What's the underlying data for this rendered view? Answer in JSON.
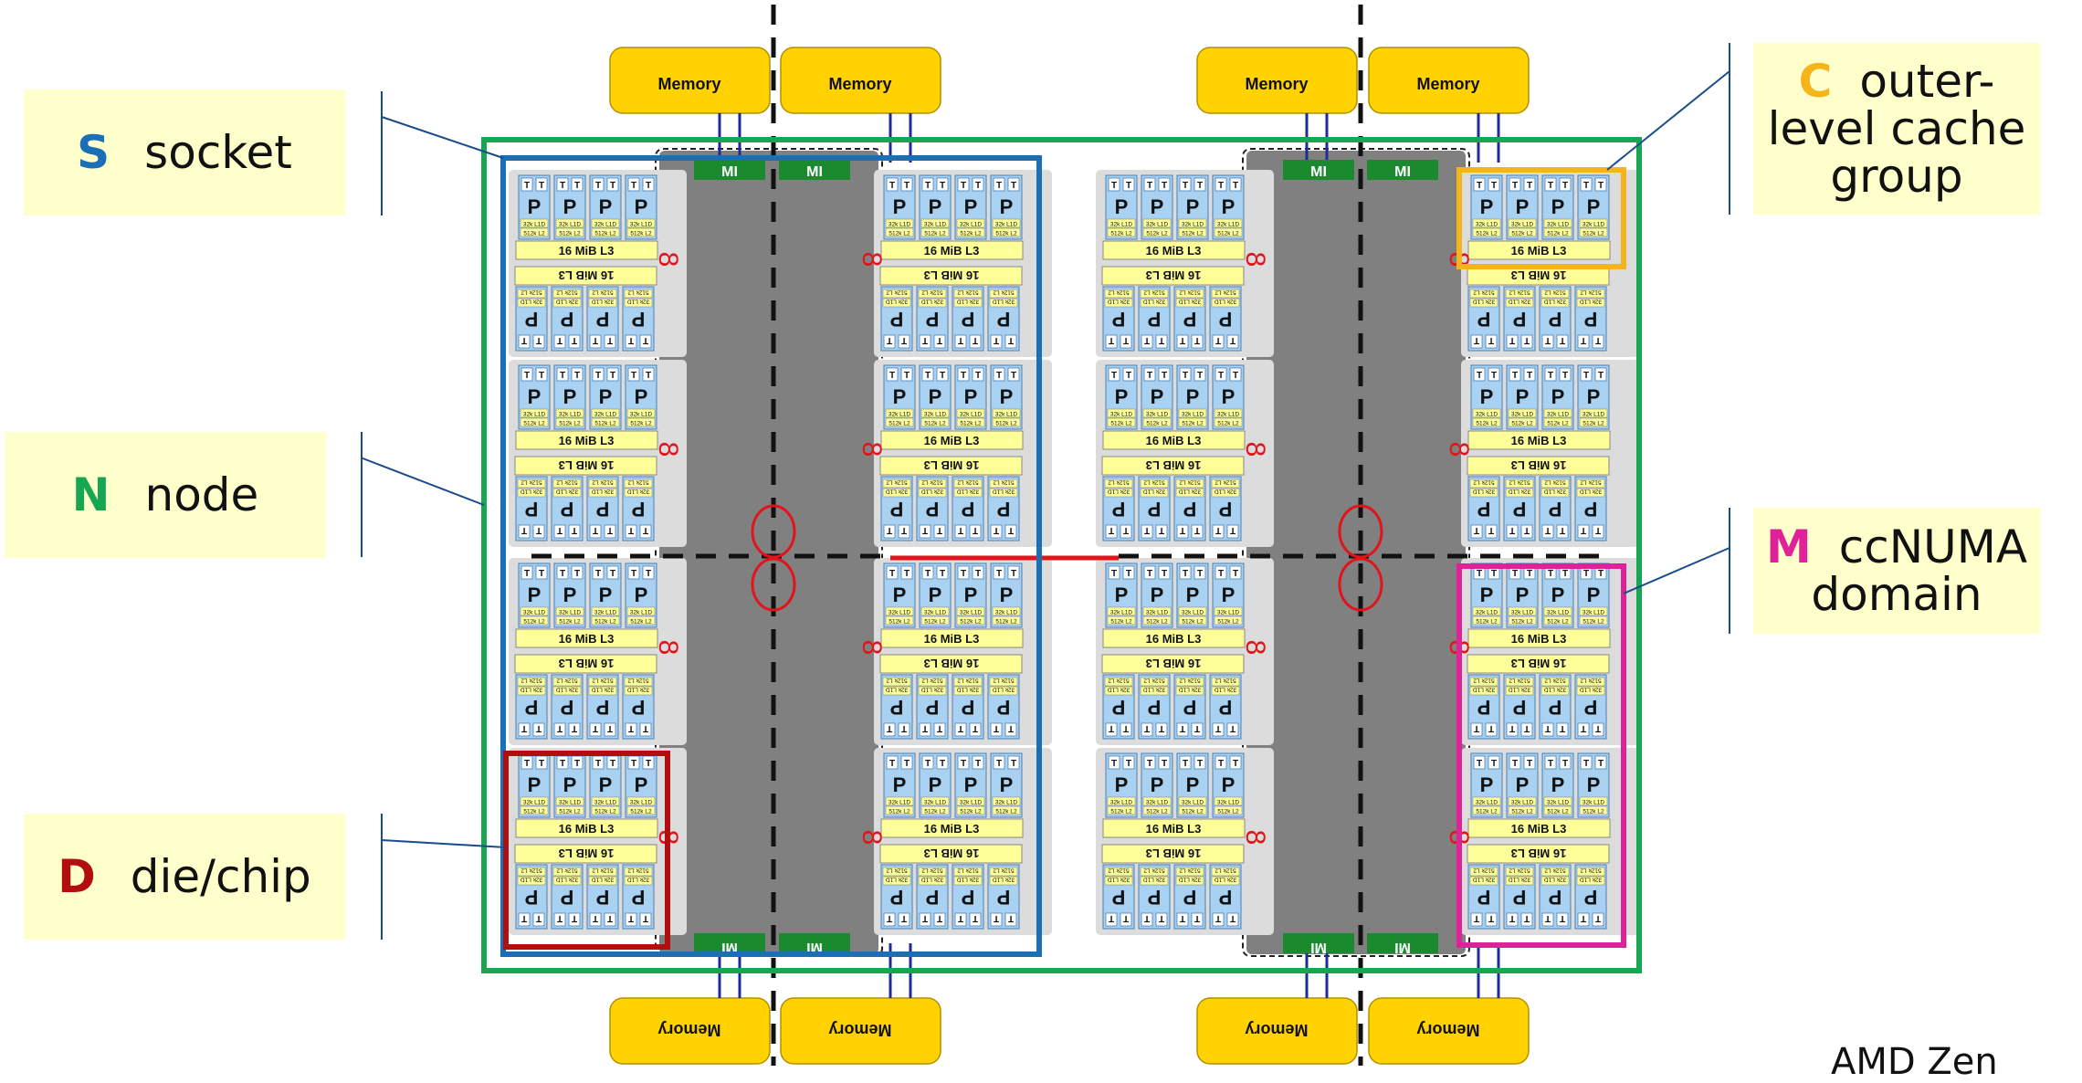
{
  "labels": {
    "socket": {
      "letter": "S",
      "text": "socket",
      "color": "#1a6fb7"
    },
    "node": {
      "letter": "N",
      "text": "node",
      "color": "#17a652"
    },
    "die": {
      "letter": "D",
      "text": "die/chip",
      "color": "#b20e0e"
    },
    "cache": {
      "letter": "C",
      "line1": "outer-",
      "line2": "level cache",
      "line3": "group",
      "color": "#f4b41a"
    },
    "numa": {
      "letter": "M",
      "line1": "ccNUMA",
      "line2": "domain",
      "color": "#e0229a"
    }
  },
  "memory_label": "Memory",
  "mi_label": "MI",
  "core_label": "P",
  "thread_label": "T",
  "l1d_label": "32k L1D",
  "l2_label": "512k L2",
  "l3_label": "16 MiB L3",
  "caption": "AMD Zen",
  "colors": {
    "node_box": "#17a652",
    "socket_box": "#1a6fb7",
    "die_box": "#b20e0e",
    "cache_box": "#f4b41a",
    "numa_box": "#e0229a",
    "memory_fill": "#ffd200",
    "mi_fill": "#1b8a2e",
    "io_gray": "#808080",
    "core_fill": "#a9d2f2",
    "cache_fill": "#ffff99",
    "interconnect": "#e0141a"
  }
}
